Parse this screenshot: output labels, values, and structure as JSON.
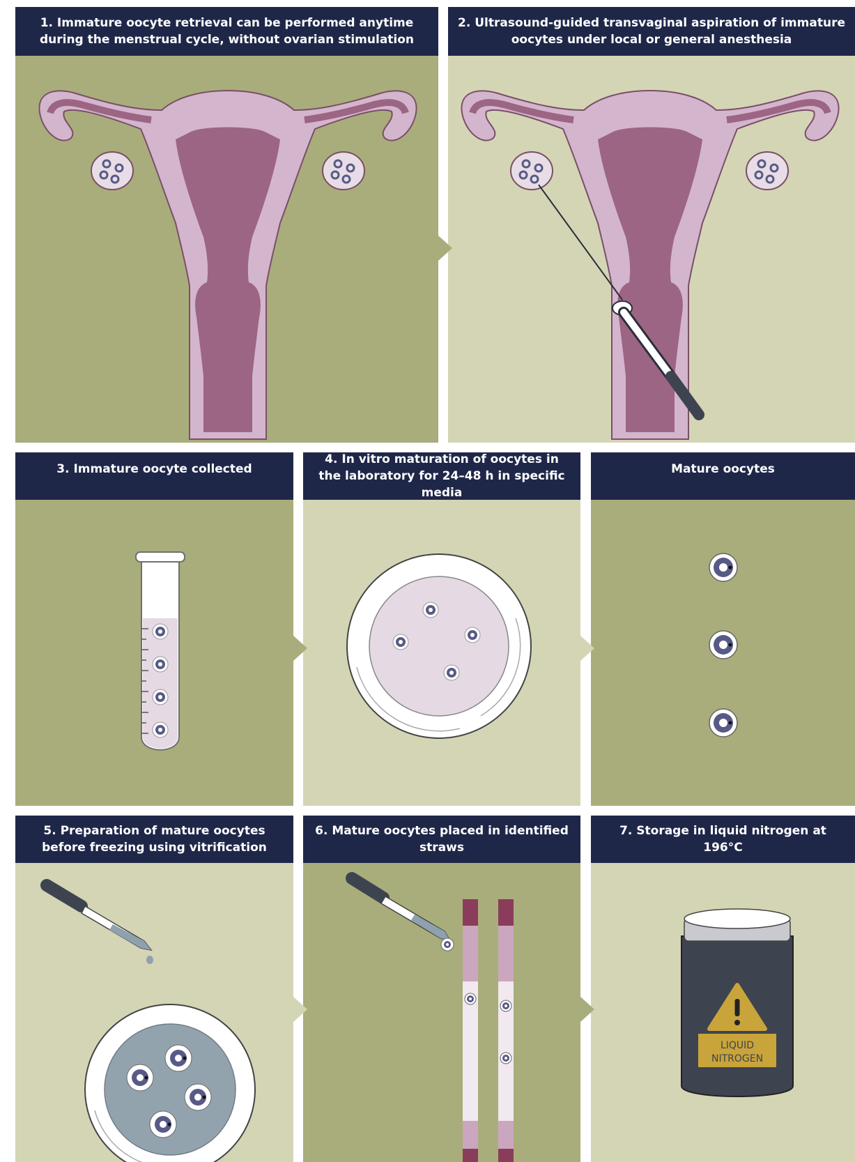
{
  "colors": {
    "header": "#1f2749",
    "olive": "#a9ad7b",
    "pale": "#d4d5b5",
    "uterus_light": "#d4b5ce",
    "uterus_dark": "#9c6583",
    "oocyte": "#585a86"
  },
  "panels": [
    {
      "id": "p1",
      "title": "1. Immature oocyte retrieval can be performed anytime during the menstrual cycle, without ovarian stimulation"
    },
    {
      "id": "p2",
      "title": "2. Ultrasound-guided transvaginal aspiration of immature oocytes under local or general anesthesia"
    },
    {
      "id": "p3",
      "title": "3. Immature oocyte collected"
    },
    {
      "id": "p4",
      "title": "4. In vitro maturation of oocytes in the laboratory for 24–48 h in specific media"
    },
    {
      "id": "p5",
      "title": "Mature oocytes"
    },
    {
      "id": "p6",
      "title": "5. Preparation of mature oocytes before freezing using vitrification"
    },
    {
      "id": "p7",
      "title": "6. Mature oocytes placed in identified straws"
    },
    {
      "id": "p8",
      "title": "7. Storage in liquid nitrogen at 196°C"
    }
  ],
  "nitrogen_label": {
    "line1": "LIQUID",
    "line2": "NITROGEN"
  }
}
